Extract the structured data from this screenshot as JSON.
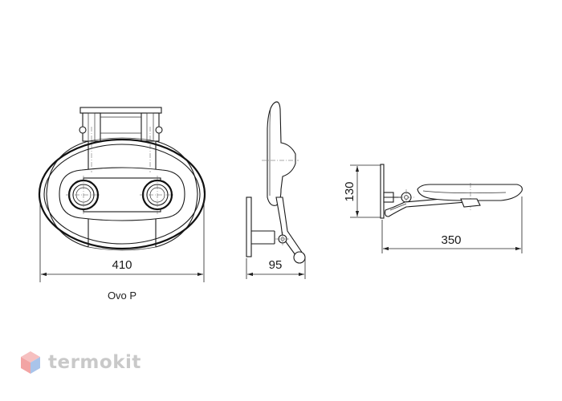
{
  "views": {
    "front": {
      "dimension": "410",
      "caption": "Ovo P"
    },
    "side_folded": {
      "dimension": "95"
    },
    "side_open": {
      "depth": "350",
      "height": "130"
    }
  },
  "watermark": {
    "text": "termokit",
    "logo_icon": "cube-logo-icon",
    "color": "#c9c9c9",
    "logo_colors": [
      "#f2a4a4",
      "#a9c4ea"
    ]
  }
}
